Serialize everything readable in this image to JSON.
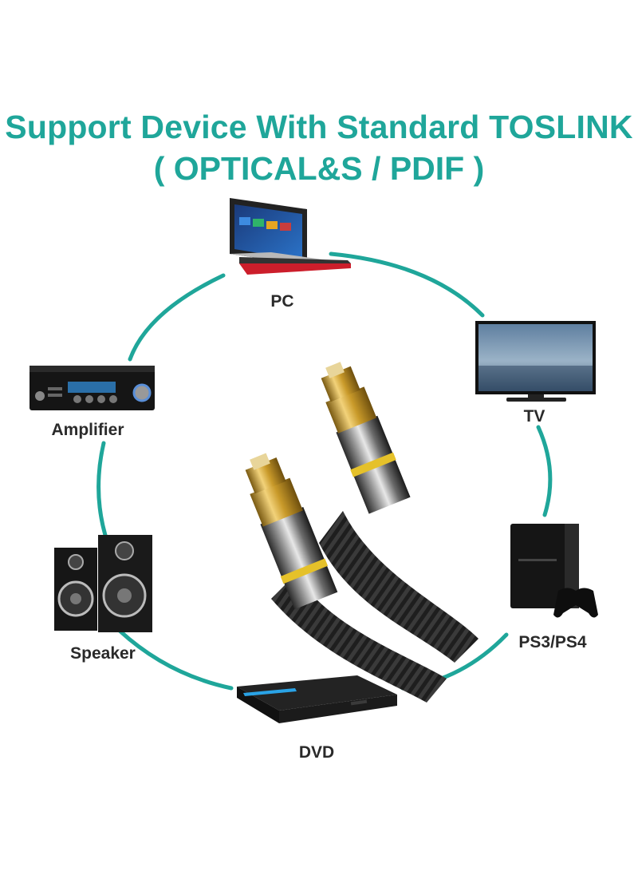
{
  "heading": {
    "line1": "Support Device With Standard TOSLINK",
    "line2": "( OPTICAL&S / PDIF )"
  },
  "devices": {
    "pc": "PC",
    "tv": "TV",
    "amplifier": "Amplifier",
    "speaker": "Speaker",
    "ps": "PS3/PS4",
    "dvd": "DVD"
  },
  "colors": {
    "accent": "#1fa69a",
    "connector_gold": "#c99a2a",
    "cable_black": "#1e1e1e"
  }
}
